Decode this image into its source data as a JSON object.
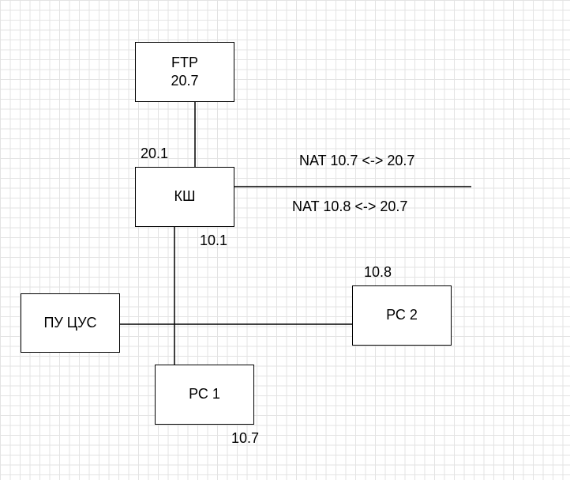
{
  "nodes": {
    "ftp": {
      "name": "FTP",
      "address": "20.7"
    },
    "ksh": {
      "name": "КШ"
    },
    "pu_tsus": {
      "name": "ПУ ЦУС"
    },
    "rs1": {
      "name": "РС 1"
    },
    "rs2": {
      "name": "РС 2"
    }
  },
  "labels": {
    "ksh_upper_ip": "20.1",
    "ksh_lower_ip": "10.1",
    "rs2_ip": "10.8",
    "rs1_ip": "10.7",
    "nat_1": "NAT 10.7 <-> 20.7",
    "nat_2": "NAT 10.8 <-> 20.7"
  }
}
